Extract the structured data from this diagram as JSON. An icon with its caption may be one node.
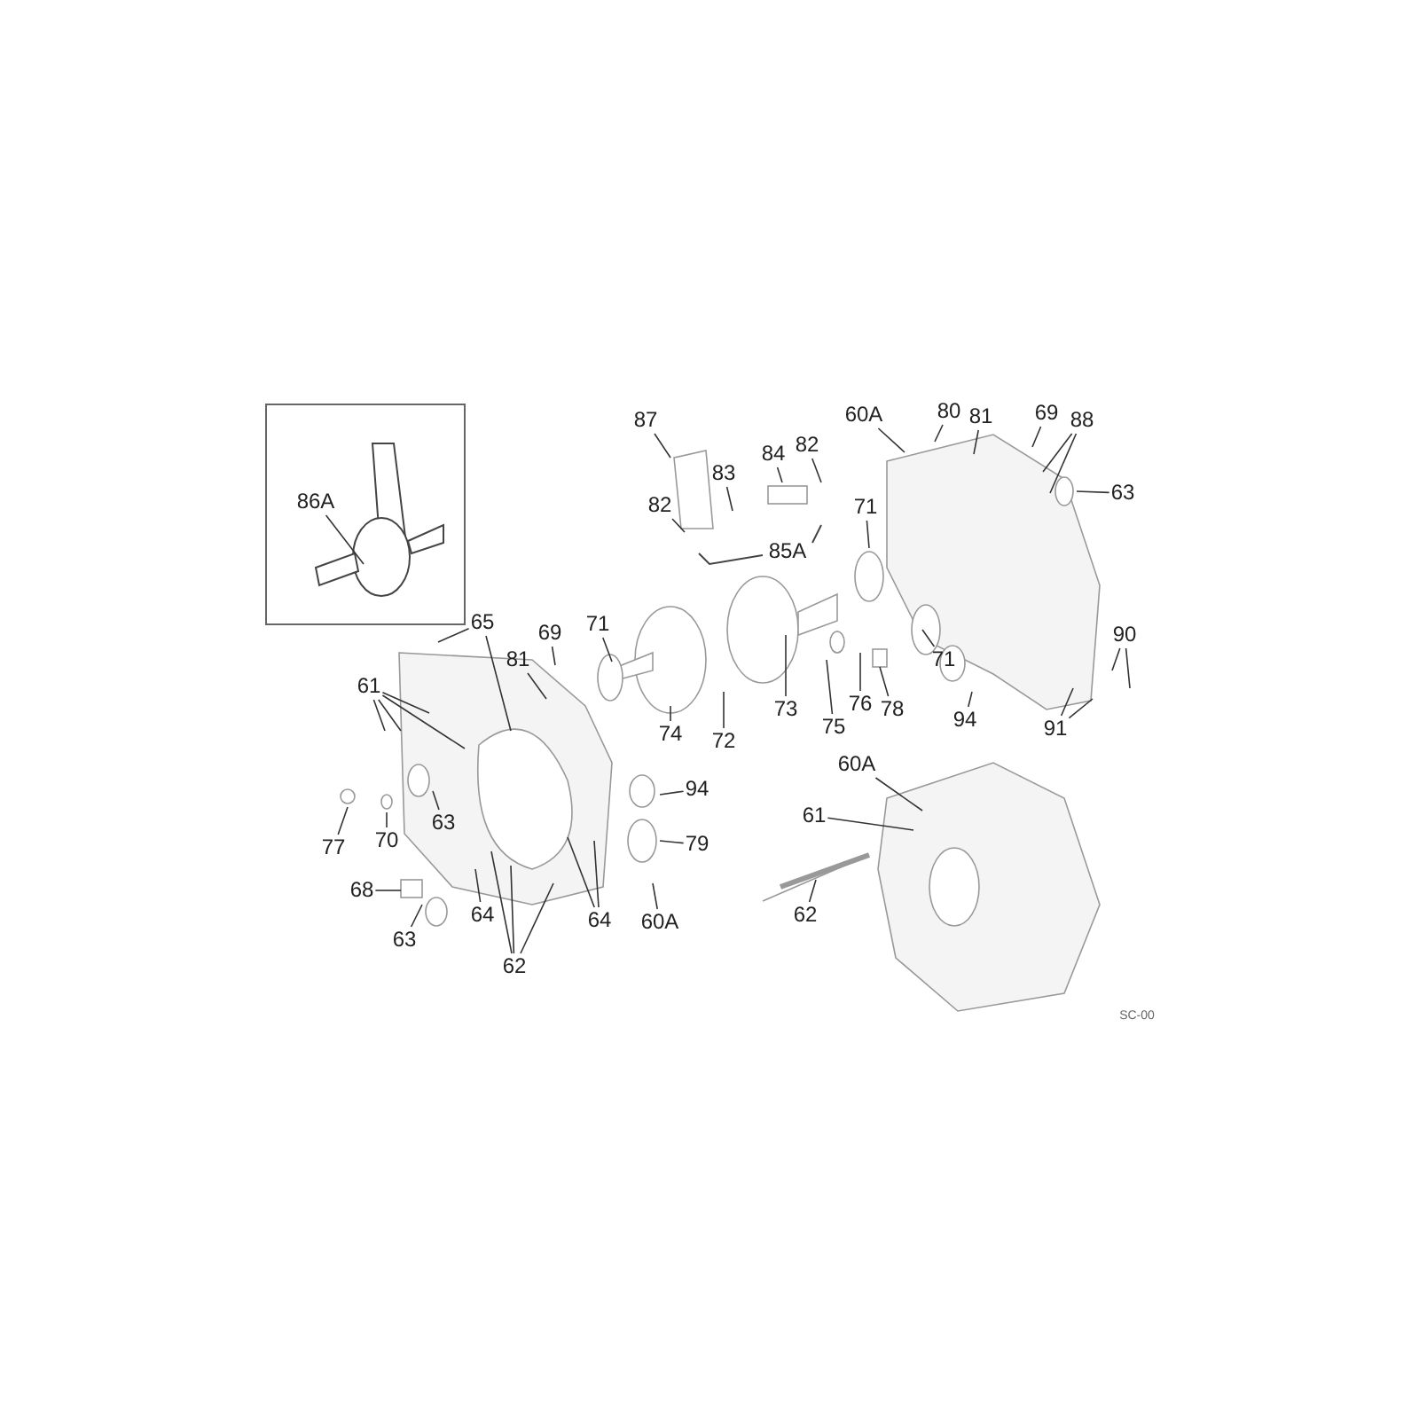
{
  "diagram": {
    "nodes": [
      {
        "text": [
          "86A"
        ]
      },
      {
        "text": [
          "87"
        ]
      },
      {
        "text": [
          "82"
        ]
      },
      {
        "text": [
          "83"
        ]
      },
      {
        "text": [
          "84"
        ]
      },
      {
        "text": [
          "82"
        ]
      },
      {
        "text": [
          "85A"
        ]
      },
      {
        "text": [
          "60A"
        ]
      },
      {
        "text": [
          "80"
        ]
      },
      {
        "text": [
          "81"
        ]
      },
      {
        "text": [
          "69"
        ]
      },
      {
        "text": [
          "88"
        ]
      },
      {
        "text": [
          "63"
        ]
      },
      {
        "text": [
          "71"
        ]
      },
      {
        "text": [
          "65"
        ]
      },
      {
        "text": [
          "69"
        ]
      },
      {
        "text": [
          "71"
        ]
      },
      {
        "text": [
          "81"
        ]
      },
      {
        "text": [
          "61"
        ]
      },
      {
        "text": [
          "90"
        ]
      },
      {
        "text": [
          "71"
        ]
      },
      {
        "text": [
          "73"
        ]
      },
      {
        "text": [
          "78"
        ]
      },
      {
        "text": [
          "76"
        ]
      },
      {
        "text": [
          "75"
        ]
      },
      {
        "text": [
          "94"
        ]
      },
      {
        "text": [
          "91"
        ]
      },
      {
        "text": [
          "72"
        ]
      },
      {
        "text": [
          "74"
        ]
      },
      {
        "text": [
          "94"
        ]
      },
      {
        "text": [
          "60A"
        ]
      },
      {
        "text": [
          "61"
        ]
      },
      {
        "text": [
          "63"
        ]
      },
      {
        "text": [
          "77"
        ]
      },
      {
        "text": [
          "70"
        ]
      },
      {
        "text": [
          "79"
        ]
      },
      {
        "text": [
          "68"
        ]
      },
      {
        "text": [
          "64"
        ]
      },
      {
        "text": [
          "62"
        ]
      },
      {
        "text": [
          "64"
        ]
      },
      {
        "text": [
          "60A"
        ]
      },
      {
        "text": [
          "63"
        ]
      },
      {
        "text": [
          "62"
        ]
      }
    ],
    "edges": [
      {
        "from": 0,
        "to": null,
        "arrow": "none"
      },
      {
        "from": 1,
        "to": null,
        "arrow": "none"
      },
      {
        "from": 2,
        "to": null,
        "arrow": "none"
      },
      {
        "from": 3,
        "to": null,
        "arrow": "none"
      },
      {
        "from": 4,
        "to": null,
        "arrow": "none"
      },
      {
        "from": 5,
        "to": null,
        "arrow": "none"
      },
      {
        "from": 7,
        "to": null,
        "arrow": "none"
      },
      {
        "from": 8,
        "to": null,
        "arrow": "none"
      },
      {
        "from": 9,
        "to": null,
        "arrow": "none"
      },
      {
        "from": 10,
        "to": null,
        "arrow": "none"
      },
      {
        "from": 11,
        "to": null,
        "arrow": "none"
      },
      {
        "from": 11,
        "to": null,
        "arrow": "none"
      },
      {
        "from": 12,
        "to": null,
        "arrow": "none"
      },
      {
        "from": 13,
        "to": null,
        "arrow": "none"
      },
      {
        "from": 14,
        "to": null,
        "arrow": "none"
      },
      {
        "from": 14,
        "to": null,
        "arrow": "none"
      },
      {
        "from": 15,
        "to": null,
        "arrow": "none"
      },
      {
        "from": 16,
        "to": null,
        "arrow": "none"
      },
      {
        "from": 17,
        "to": null,
        "arrow": "none"
      },
      {
        "from": 18,
        "to": null,
        "arrow": "none"
      },
      {
        "from": 18,
        "to": null,
        "arrow": "none"
      },
      {
        "from": 18,
        "to": null,
        "arrow": "none"
      },
      {
        "from": 18,
        "to": null,
        "arrow": "none"
      },
      {
        "from": 19,
        "to": null,
        "arrow": "none"
      },
      {
        "from": 19,
        "to": null,
        "arrow": "none"
      },
      {
        "from": 20,
        "to": null,
        "arrow": "none"
      },
      {
        "from": 21,
        "to": null,
        "arrow": "none"
      },
      {
        "from": 22,
        "to": null,
        "arrow": "none"
      },
      {
        "from": 23,
        "to": null,
        "arrow": "none"
      },
      {
        "from": 24,
        "to": null,
        "arrow": "none"
      },
      {
        "from": 25,
        "to": null,
        "arrow": "none"
      },
      {
        "from": 26,
        "to": null,
        "arrow": "none"
      },
      {
        "from": 26,
        "to": null,
        "arrow": "none"
      },
      {
        "from": 27,
        "to": null,
        "arrow": "none"
      },
      {
        "from": 28,
        "to": null,
        "arrow": "none"
      },
      {
        "from": 29,
        "to": null,
        "arrow": "none"
      },
      {
        "from": 30,
        "to": null,
        "arrow": "none"
      },
      {
        "from": 31,
        "to": null,
        "arrow": "none"
      },
      {
        "from": 32,
        "to": null,
        "arrow": "none"
      },
      {
        "from": 33,
        "to": null,
        "arrow": "none"
      },
      {
        "from": 34,
        "to": null,
        "arrow": "none"
      },
      {
        "from": 35,
        "to": null,
        "arrow": "none"
      },
      {
        "from": 36,
        "to": null,
        "arrow": "none"
      },
      {
        "from": 37,
        "to": null,
        "arrow": "none"
      },
      {
        "from": 38,
        "to": null,
        "arrow": "none"
      },
      {
        "from": 39,
        "to": null,
        "arrow": "none"
      },
      {
        "from": 39,
        "to": null,
        "arrow": "none"
      },
      {
        "from": 40,
        "to": null,
        "arrow": "none"
      },
      {
        "from": 41,
        "to": null,
        "arrow": "none"
      },
      {
        "from": 42,
        "to": null,
        "arrow": "none"
      },
      {
        "from": 42,
        "to": null,
        "arrow": "none"
      },
      {
        "from": 42,
        "to": null,
        "arrow": "none"
      }
    ],
    "labels": [
      "SC-00"
    ]
  }
}
